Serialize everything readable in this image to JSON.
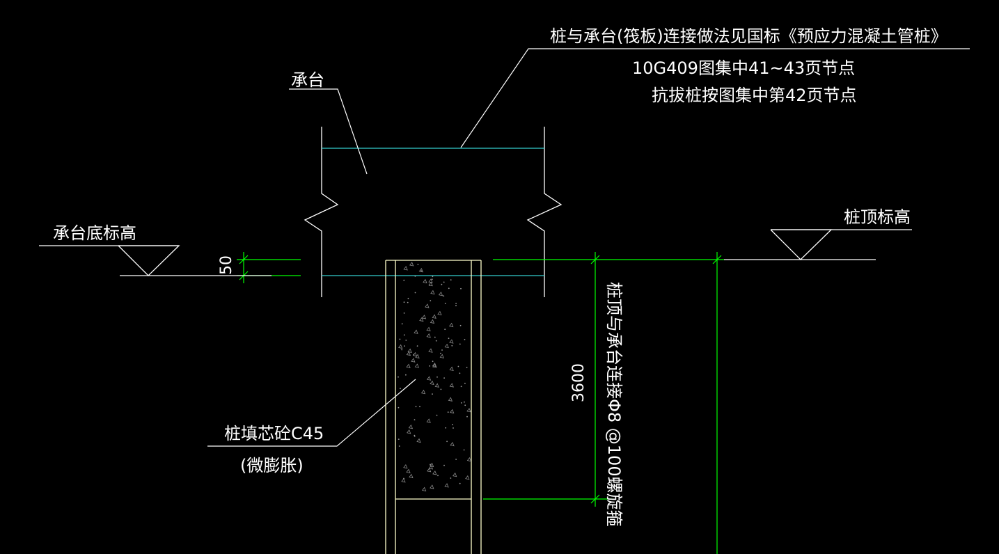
{
  "colors": {
    "background": "#000000",
    "white_lines": "#ffffff",
    "cyan_lines": "#33cccc",
    "green_dims": "#00ff00",
    "yellow_pile": "#ffffcc",
    "concrete_dots": "#888888"
  },
  "labels": {
    "cap": "承台",
    "cap_bottom_elev": "承台底标高",
    "pile_top_elev": "桩顶标高",
    "connection_note_line1": "桩与承台(筏板)连接做法见国标《预应力混凝土管桩》",
    "connection_note_line2": "10G409图集中41~43页节点",
    "connection_note_line3": "抗拔桩按图集中第42页节点",
    "pile_core_line1": "桩填芯砼C45",
    "pile_core_line2": "(微膨胀)",
    "dim_50": "50",
    "dim_3600": "3600",
    "spiral_note": "桩顶与承台连接Φ8 @100螺旋箍"
  }
}
